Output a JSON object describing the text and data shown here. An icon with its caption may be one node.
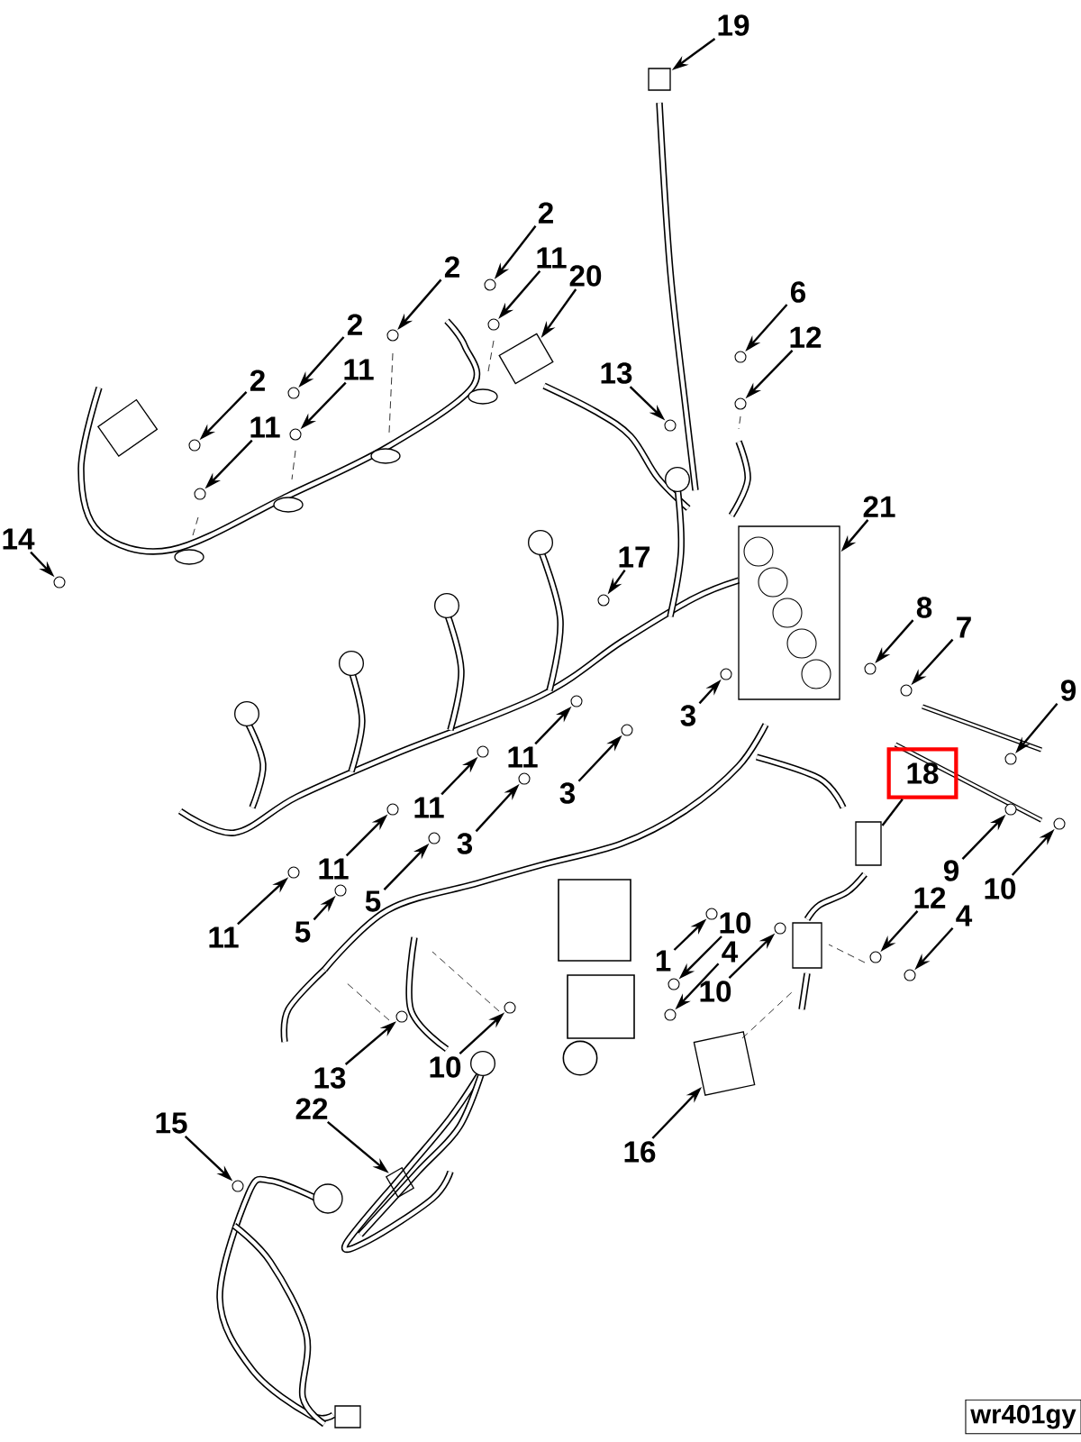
{
  "diagram": {
    "nodes": [
      {
        "text": [
          "19"
        ]
      },
      {
        "text": [
          "2"
        ]
      },
      {
        "text": [
          "11"
        ]
      },
      {
        "text": [
          "20"
        ]
      },
      {
        "text": [
          "2"
        ]
      },
      {
        "text": [
          "6"
        ]
      },
      {
        "text": [
          "2"
        ]
      },
      {
        "text": [
          "12"
        ]
      },
      {
        "text": [
          "11"
        ]
      },
      {
        "text": [
          "13"
        ]
      },
      {
        "text": [
          "2"
        ]
      },
      {
        "text": [
          "11"
        ]
      },
      {
        "text": [
          "21"
        ]
      },
      {
        "text": [
          "14"
        ]
      },
      {
        "text": [
          "17"
        ]
      },
      {
        "text": [
          "8"
        ]
      },
      {
        "text": [
          "7"
        ]
      },
      {
        "text": [
          "9"
        ]
      },
      {
        "text": [
          "3"
        ]
      },
      {
        "text": [
          "11"
        ]
      },
      {
        "text": [
          "18"
        ]
      },
      {
        "text": [
          "3"
        ]
      },
      {
        "text": [
          "11"
        ]
      },
      {
        "text": [
          "3"
        ]
      },
      {
        "text": [
          "11"
        ]
      },
      {
        "text": [
          "9"
        ]
      },
      {
        "text": [
          "10"
        ]
      },
      {
        "text": [
          "12"
        ]
      },
      {
        "text": [
          "5"
        ]
      },
      {
        "text": [
          "4"
        ]
      },
      {
        "text": [
          "10"
        ]
      },
      {
        "text": [
          "5"
        ]
      },
      {
        "text": [
          "11"
        ]
      },
      {
        "text": [
          "4"
        ]
      },
      {
        "text": [
          "1"
        ]
      },
      {
        "text": [
          "10"
        ]
      },
      {
        "text": [
          "10"
        ]
      },
      {
        "text": [
          "13"
        ]
      },
      {
        "text": [
          "22"
        ]
      },
      {
        "text": [
          "15"
        ]
      },
      {
        "text": [
          "16"
        ]
      },
      {
        "text": [],
        "shape": "box"
      },
      {
        "text": [],
        "shape": "circle"
      },
      {
        "text": [],
        "shape": "circle"
      },
      {
        "text": [],
        "shape": "box"
      },
      {
        "text": [],
        "shape": "circle"
      },
      {
        "text": [],
        "shape": "circle"
      },
      {
        "text": [],
        "shape": "circle"
      },
      {
        "text": [],
        "shape": "circle"
      },
      {
        "text": [],
        "shape": "circle"
      },
      {
        "text": [],
        "shape": "circle"
      },
      {
        "text": [],
        "shape": "circle"
      },
      {
        "text": [],
        "shape": "circle"
      },
      {
        "text": [],
        "shape": "box"
      },
      {
        "text": [],
        "shape": "circle"
      },
      {
        "text": [],
        "shape": "circle"
      },
      {
        "text": [],
        "shape": "circle"
      },
      {
        "text": [],
        "shape": "circle"
      },
      {
        "text": [],
        "shape": "circle"
      },
      {
        "text": [],
        "shape": "circle"
      },
      {
        "text": [],
        "shape": "circle"
      },
      {
        "text": [],
        "shape": "box"
      },
      {
        "text": [],
        "shape": "circle"
      },
      {
        "text": [],
        "shape": "circle"
      },
      {
        "text": [],
        "shape": "circle"
      },
      {
        "text": [],
        "shape": "circle"
      },
      {
        "text": [],
        "shape": "circle"
      },
      {
        "text": [],
        "shape": "circle"
      },
      {
        "text": [],
        "shape": "circle"
      },
      {
        "text": [],
        "shape": "circle"
      },
      {
        "text": [],
        "shape": "circle"
      },
      {
        "text": [],
        "shape": "circle"
      },
      {
        "text": [],
        "shape": "circle"
      },
      {
        "text": [],
        "shape": "circle"
      },
      {
        "text": [],
        "shape": "circle"
      },
      {
        "text": [],
        "shape": "circle"
      },
      {
        "text": [],
        "shape": "circle"
      },
      {
        "text": [],
        "shape": "circle"
      },
      {
        "text": [],
        "shape": "circle"
      },
      {
        "text": [],
        "shape": "box"
      },
      {
        "text": [],
        "shape": "circle"
      },
      {
        "text": [],
        "shape": "box"
      }
    ],
    "edges": [
      {
        "from": 0,
        "to": 41,
        "arrow": "to"
      },
      {
        "from": 1,
        "to": 42,
        "arrow": "to"
      },
      {
        "from": 2,
        "to": 43,
        "arrow": "to"
      },
      {
        "from": 3,
        "to": 44,
        "arrow": "to"
      },
      {
        "from": 4,
        "to": 45,
        "arrow": "to"
      },
      {
        "from": 5,
        "to": 46,
        "arrow": "to"
      },
      {
        "from": 6,
        "to": 47,
        "arrow": "to"
      },
      {
        "from": 7,
        "to": 48,
        "arrow": "to"
      },
      {
        "from": 8,
        "to": 49,
        "arrow": "to"
      },
      {
        "from": 9,
        "to": 50,
        "arrow": "to"
      },
      {
        "from": 10,
        "to": 51,
        "arrow": "to"
      },
      {
        "from": 11,
        "to": 52,
        "arrow": "to"
      },
      {
        "from": 12,
        "to": 53,
        "arrow": "to"
      },
      {
        "from": 13,
        "to": 54,
        "arrow": "to"
      },
      {
        "from": 14,
        "to": 55,
        "arrow": "to"
      },
      {
        "from": 15,
        "to": 56,
        "arrow": "to"
      },
      {
        "from": 16,
        "to": 57,
        "arrow": "to"
      },
      {
        "from": 17,
        "to": 58,
        "arrow": "to"
      },
      {
        "from": 18,
        "to": 59,
        "arrow": "to"
      },
      {
        "from": 19,
        "to": 60,
        "arrow": "to"
      },
      {
        "from": 20,
        "to": 61,
        "arrow": "none"
      },
      {
        "from": 21,
        "to": 62,
        "arrow": "to"
      },
      {
        "from": 22,
        "to": 63,
        "arrow": "to"
      },
      {
        "from": 23,
        "to": 64,
        "arrow": "to"
      },
      {
        "from": 24,
        "to": 65,
        "arrow": "to"
      },
      {
        "from": 25,
        "to": 66,
        "arrow": "to"
      },
      {
        "from": 26,
        "to": 67,
        "arrow": "to"
      },
      {
        "from": 27,
        "to": 68,
        "arrow": "to"
      },
      {
        "from": 28,
        "to": 69,
        "arrow": "to"
      },
      {
        "from": 29,
        "to": 70,
        "arrow": "to"
      },
      {
        "from": 30,
        "to": 71,
        "arrow": "to"
      },
      {
        "from": 31,
        "to": 72,
        "arrow": "to"
      },
      {
        "from": 32,
        "to": 73,
        "arrow": "to"
      },
      {
        "from": 33,
        "to": 74,
        "arrow": "to"
      },
      {
        "from": 34,
        "to": 75,
        "arrow": "to"
      },
      {
        "from": 35,
        "to": 76,
        "arrow": "to"
      },
      {
        "from": 36,
        "to": 77,
        "arrow": "to"
      },
      {
        "from": 37,
        "to": 78,
        "arrow": "to"
      },
      {
        "from": 38,
        "to": 79,
        "arrow": "to"
      },
      {
        "from": 39,
        "to": 80,
        "arrow": "to"
      },
      {
        "from": 40,
        "to": 81,
        "arrow": "to"
      }
    ],
    "labels": [
      "wr401gy"
    ]
  }
}
